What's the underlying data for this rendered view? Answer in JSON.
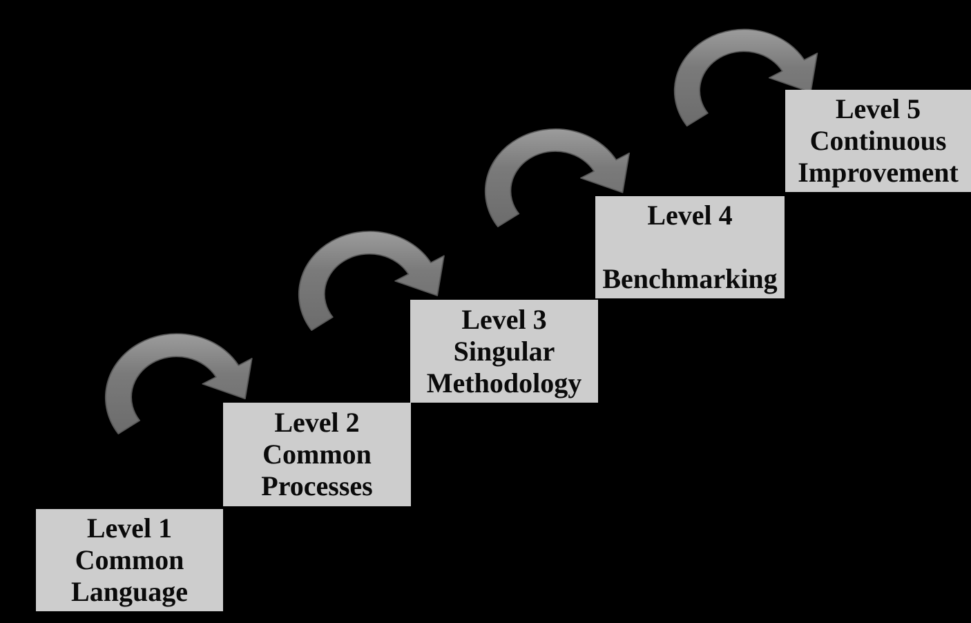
{
  "colors": {
    "background": "#000000",
    "box_fill": "#cdcdcd",
    "box_text": "#0a0a0a",
    "arrow_fill_top": "#9c9c9c",
    "arrow_fill_mid": "#7a7a7a",
    "arrow_fill_bottom": "#6c6c6c",
    "arrow_outline": "#595959"
  },
  "levels": [
    {
      "id": "level-1",
      "lines": [
        "Level 1",
        "Common",
        "Language"
      ]
    },
    {
      "id": "level-2",
      "lines": [
        "Level 2",
        "Common",
        "Processes"
      ]
    },
    {
      "id": "level-3",
      "lines": [
        "Level 3",
        "Singular",
        "Methodology"
      ]
    },
    {
      "id": "level-4",
      "lines": [
        "Level 4",
        "",
        "Benchmarking"
      ]
    },
    {
      "id": "level-5",
      "lines": [
        "Level 5",
        "Continuous",
        "Improvement"
      ]
    }
  ],
  "arrows": [
    {
      "id": "arrow-1-2",
      "from": "level-1",
      "to": "level-2"
    },
    {
      "id": "arrow-2-3",
      "from": "level-2",
      "to": "level-3"
    },
    {
      "id": "arrow-3-4",
      "from": "level-3",
      "to": "level-4"
    },
    {
      "id": "arrow-4-5",
      "from": "level-4",
      "to": "level-5"
    }
  ]
}
